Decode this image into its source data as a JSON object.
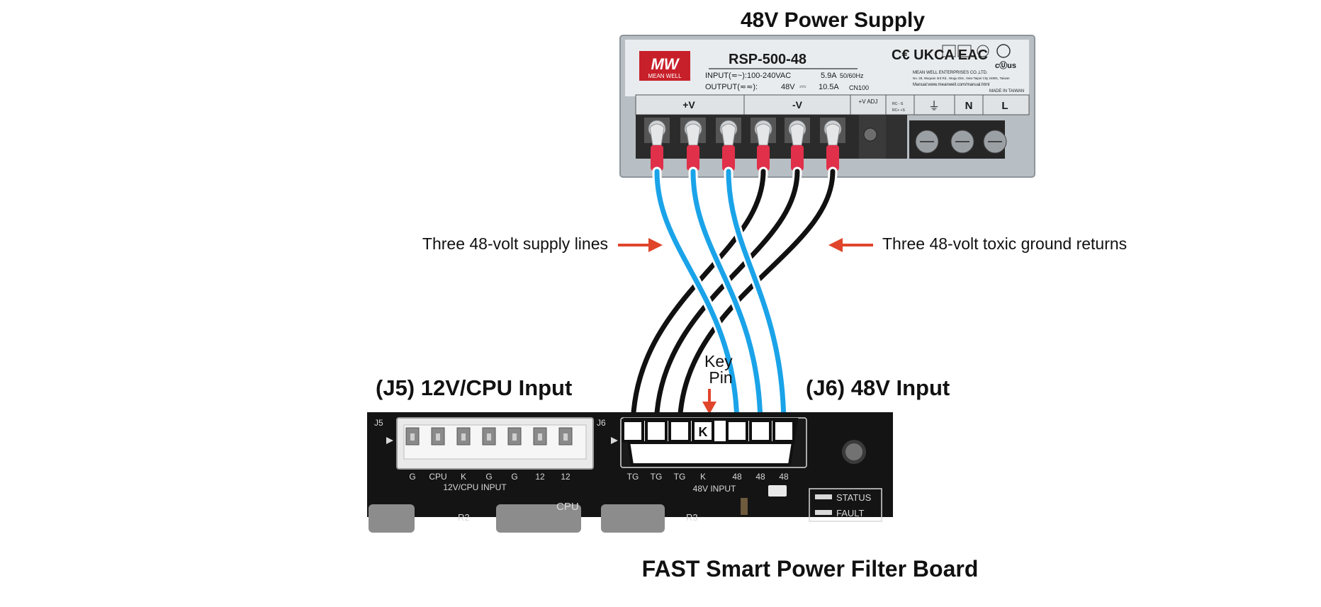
{
  "power_supply": {
    "title": "48V Power Supply",
    "brand_logo": "MW",
    "brand_name": "MEAN WELL",
    "model": "RSP-500-48",
    "input_label": "INPUT(≂~):100-240VAC",
    "input_current": "5.9A",
    "input_freq": "50/60Hz",
    "output_label": "OUTPUT(≂≂):",
    "output_voltage": "48V",
    "output_current": "10.5A",
    "code": "CN100",
    "cert_marks": "C€ UKCA EAC",
    "maker_name": "MEAN WELL ENTERPRISES CO.,LTD.",
    "maker_address": "No. 28, Wuquan 3rd Rd., Wugu Dist., New Taipei City 24891, Taiwan",
    "manual_url": "Manual:www.meanwell.com/manual.html",
    "made_in": "MADE IN TAIWAN",
    "terminal_labels": {
      "vplus": "+V",
      "vminus": "-V",
      "vadj": "+V ADJ",
      "rc_minus": "RC- -S",
      "rc_plus": "RC+ +S",
      "ground": "⏚",
      "n": "N",
      "l": "L"
    },
    "colors": {
      "case": "#b7bec4",
      "label": "#e8ecef",
      "logo": "#c8202a",
      "terminal_block": "#2b2b2b",
      "crimp": "#e0304a"
    }
  },
  "annotations": {
    "supply_lines": "Three 48-volt supply lines",
    "ground_returns": "Three 48-volt toxic ground returns",
    "key_pin": "Key Pin",
    "arrow_color": "#e0452b"
  },
  "wires": {
    "supply_color": "#1aa3e8",
    "ground_color": "#111111"
  },
  "board": {
    "title": "FAST Smart Power Filter Board",
    "j5_label": "(J5) 12V/CPU Input",
    "j6_label": "(J6) 48V Input",
    "j5_ref": "J5",
    "j6_ref": "J6",
    "j5_pins": [
      "G",
      "CPU",
      "K",
      "G",
      "G",
      "12",
      "12"
    ],
    "j5_caption": "12V/CPU INPUT",
    "j6_pins": [
      "TG",
      "TG",
      "TG",
      "K",
      "48",
      "48",
      "48"
    ],
    "j6_caption": "48V INPUT",
    "key_marker": "K",
    "status_label": "STATUS",
    "fault_label": "FAULT",
    "cpu_label": "CPU",
    "r2_label": "R2",
    "r3_label": "R3",
    "colors": {
      "pcb": "#141414",
      "silkscreen": "#d9d9d9",
      "connector": "#e9e9e9"
    }
  }
}
